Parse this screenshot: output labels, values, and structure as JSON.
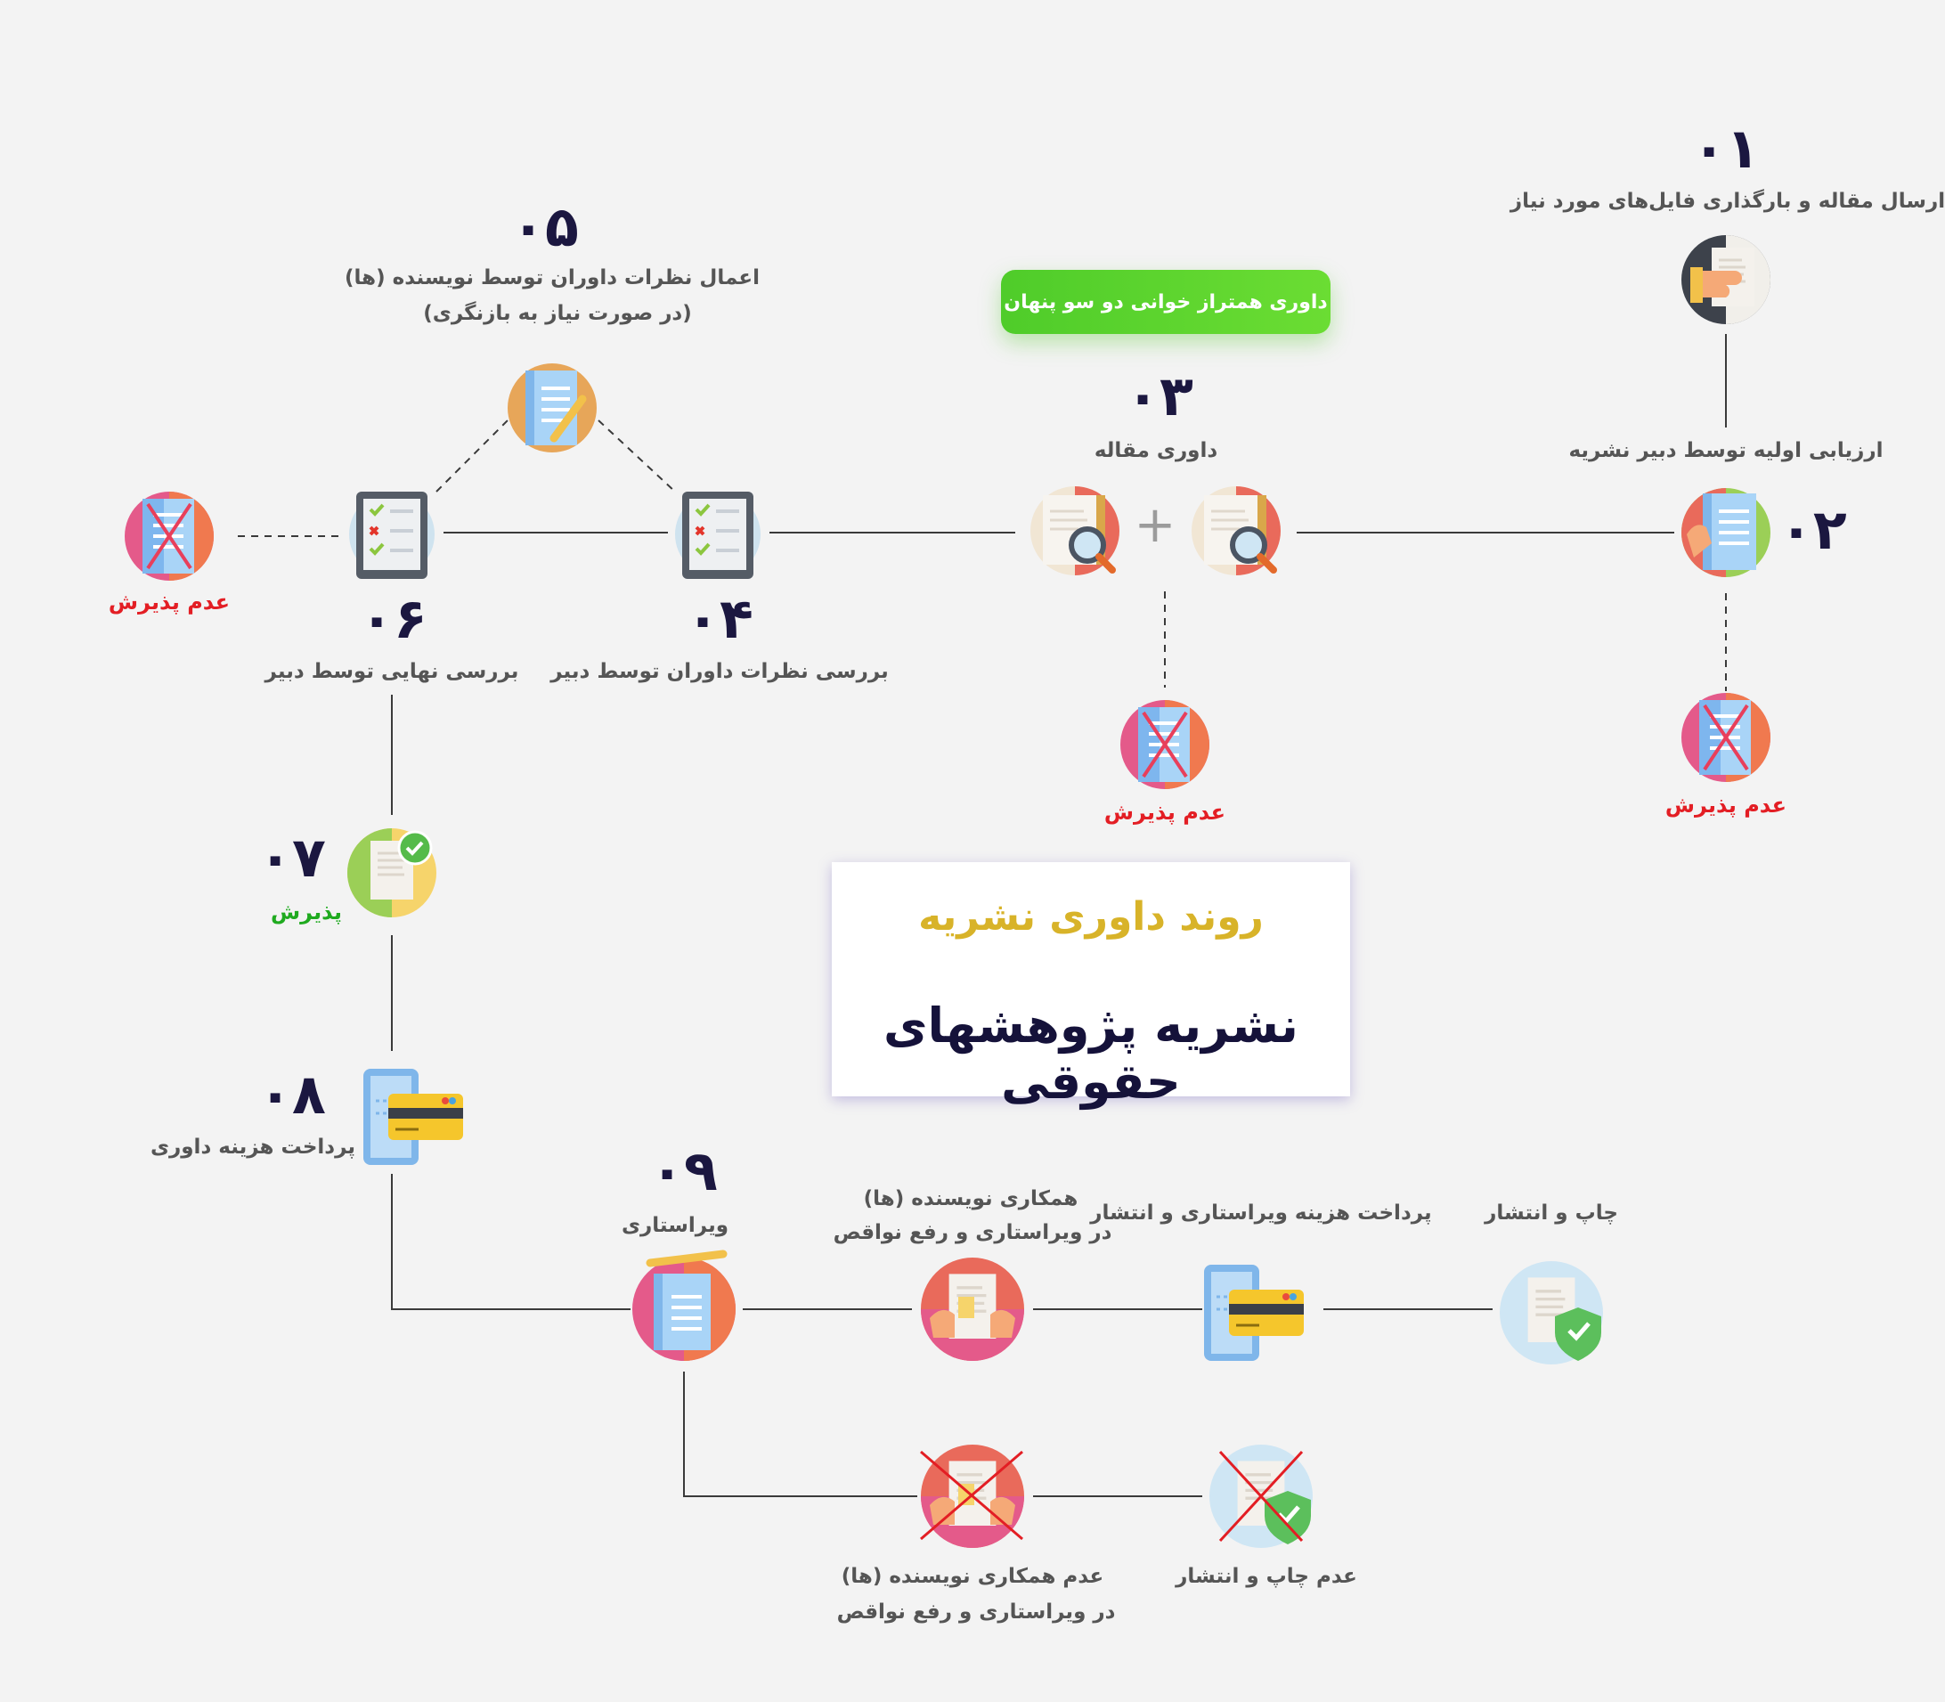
{
  "title": {
    "line1": "روند داوری نشریه",
    "line2": "نشریه پژوهشهای حقوقی"
  },
  "badge": "داوری همتراز خوانی دو سو پنهان",
  "steps": {
    "s01": {
      "num": "۰۱",
      "label": "ارسال مقاله و بارگذاری فایل‌های مورد نیاز"
    },
    "s02": {
      "num": "۰۲",
      "label": "ارزیابی اولیه توسط دبیر نشریه"
    },
    "s03": {
      "num": "۰۳",
      "label": "داوری مقاله"
    },
    "s04": {
      "num": "۰۴",
      "label": "بررسی نظرات داوران توسط دبیر"
    },
    "s05": {
      "num": "۰۵",
      "line1": "اعمال نظرات داوران توسط نویسنده (ها)",
      "line2": "(در صورت نیاز به بازنگری)"
    },
    "s06": {
      "num": "۰۶",
      "label": "بررسی نهایی توسط دبیر"
    },
    "s07": {
      "num": "۰۷",
      "label": "پذیرش"
    },
    "s08": {
      "num": "۰۸",
      "label": "پرداخت هزینه داوری"
    },
    "s09": {
      "num": "۰۹",
      "label": "ویراستاری"
    }
  },
  "reject_label": "عدم پذیرش",
  "sub": {
    "cooperate_1": "همکاری نویسنده (ها)",
    "cooperate_2": "در ویراستاری و رفع نواقص",
    "pay_edit": "پرداخت هزینه ویراستاری و انتشار",
    "publish": "چاپ و انتشار",
    "no_coop_1": "عدم همکاری نویسنده (ها)",
    "no_coop_2": "در ویراستاری و رفع نواقص",
    "no_publish": "عدم چاپ و انتشار"
  },
  "colors": {
    "reject": "#e31e24",
    "accept": "#1faa1f",
    "number": "#1b1740",
    "title_gold": "#d8b329",
    "badge_green": "#4fcc2a"
  }
}
